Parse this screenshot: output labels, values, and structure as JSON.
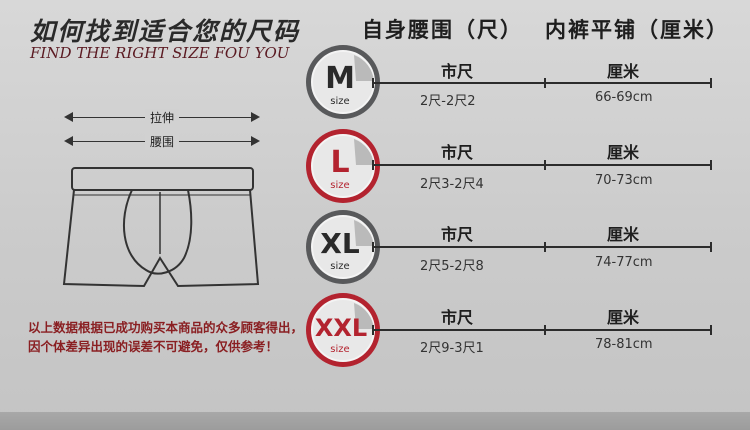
{
  "title": {
    "zh": "如何找到适合您的尺码",
    "en": "FIND THE RIGHT SIZE FOU YOU"
  },
  "headers": {
    "waist": "自身腰围（尺）",
    "flat": "内裤平铺（厘米）"
  },
  "measure_labels": {
    "stretch": "拉伸",
    "waist": "腰围"
  },
  "note": "以上数据根据已成功购买本商品的众多顾客得出，因个体差异出现的误差不可避免，仅供参考！",
  "colors": {
    "badge_gray": "#58595b",
    "badge_red": "#b3232f",
    "note_text": "#8a1f22"
  },
  "sizes": [
    {
      "label": "M",
      "size_word": "size",
      "unit_chi": "市尺",
      "unit_cm": "厘米",
      "waist": "2尺-2尺2",
      "flat": "66-69cm"
    },
    {
      "label": "L",
      "size_word": "size",
      "unit_chi": "市尺",
      "unit_cm": "厘米",
      "waist": "2尺3-2尺4",
      "flat": "70-73cm"
    },
    {
      "label": "XL",
      "size_word": "size",
      "unit_chi": "市尺",
      "unit_cm": "厘米",
      "waist": "2尺5-2尺8",
      "flat": "74-77cm"
    },
    {
      "label": "XXL",
      "size_word": "size",
      "unit_chi": "市尺",
      "unit_cm": "厘米",
      "waist": "2尺9-3尺1",
      "flat": "78-81cm"
    }
  ]
}
